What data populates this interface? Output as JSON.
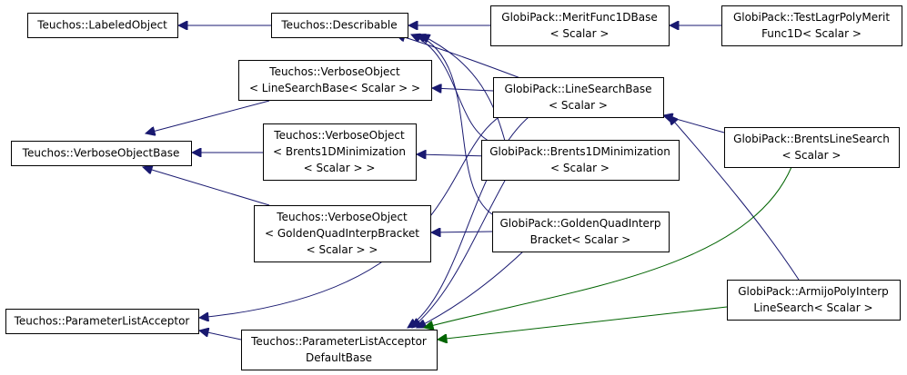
{
  "diagram": {
    "nodes": {
      "labeled_object": {
        "lines": [
          "Teuchos::LabeledObject"
        ]
      },
      "describable": {
        "lines": [
          "Teuchos::Describable"
        ]
      },
      "merit_func": {
        "lines": [
          "GlobiPack::MeritFunc1DBase",
          "< Scalar >"
        ]
      },
      "test_lagr": {
        "lines": [
          "GlobiPack::TestLagrPolyMerit",
          "Func1D< Scalar >"
        ]
      },
      "vo_linesearch": {
        "lines": [
          "Teuchos::VerboseObject",
          "< LineSearchBase< Scalar > >"
        ]
      },
      "linesearchbase": {
        "lines": [
          "GlobiPack::LineSearchBase",
          "< Scalar >"
        ]
      },
      "verbose_object_base": {
        "lines": [
          "Teuchos::VerboseObjectBase"
        ]
      },
      "vo_brents1d": {
        "lines": [
          "Teuchos::VerboseObject",
          "< Brents1DMinimization",
          "< Scalar > >"
        ]
      },
      "brents1d": {
        "lines": [
          "GlobiPack::Brents1DMinimization",
          "< Scalar >"
        ]
      },
      "brents_linesearch": {
        "lines": [
          "GlobiPack::BrentsLineSearch",
          "< Scalar >"
        ]
      },
      "vo_golden": {
        "lines": [
          "Teuchos::VerboseObject",
          "< GoldenQuadInterpBracket",
          "< Scalar > >"
        ]
      },
      "golden": {
        "lines": [
          "GlobiPack::GoldenQuadInterp",
          "Bracket< Scalar >"
        ]
      },
      "pla": {
        "lines": [
          "Teuchos::ParameterListAcceptor"
        ]
      },
      "armijo": {
        "lines": [
          "GlobiPack::ArmijoPolyInterp",
          "LineSearch< Scalar >"
        ]
      },
      "pla_default": {
        "lines": [
          "Teuchos::ParameterListAcceptor",
          "DefaultBase"
        ]
      }
    },
    "edge_colors": {
      "inheritance": "#191970",
      "usage": "#006400"
    }
  }
}
